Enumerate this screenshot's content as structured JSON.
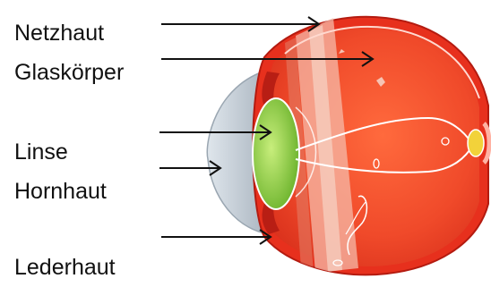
{
  "labels": {
    "netzhaut": "Netzhaut",
    "glaskoerper": "Glaskörper",
    "linse": "Linse",
    "hornhaut": "Hornhaut",
    "lederhaut": "Lederhaut"
  },
  "colors": {
    "sclera": "#e7301d",
    "vitreous": "#f04a2a",
    "lens": "#9ad64a",
    "cornea": "#c9d3dc",
    "retina_band": "#f6b9a8",
    "nerve_vessel": "#ffffff",
    "optic_disc": "#f2d23a"
  }
}
